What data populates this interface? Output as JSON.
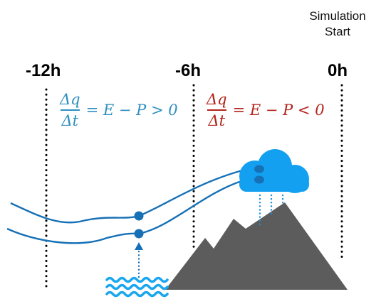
{
  "header": {
    "sim_line1": "Simulation",
    "sim_line2": "Start"
  },
  "timeline": {
    "labels": [
      "-12h",
      "-6h",
      "0h"
    ]
  },
  "equations": {
    "left": {
      "num": "Δq",
      "den": "Δt",
      "rhs": "= E − P > 0",
      "color": "#2d8fc0"
    },
    "right": {
      "num": "Δq",
      "den": "Δt",
      "rhs": "= E − P < 0",
      "color": "#b2231a"
    }
  },
  "colors": {
    "trajectory": "#1670b6",
    "cloud": "#13a0f0",
    "mountain": "#5c5c5c",
    "water": "#1aa6ee"
  },
  "icons": [
    "cloud-icon",
    "mountain-icon",
    "water-waves-icon",
    "evaporation-arrow-icon",
    "precipitation-icon"
  ]
}
